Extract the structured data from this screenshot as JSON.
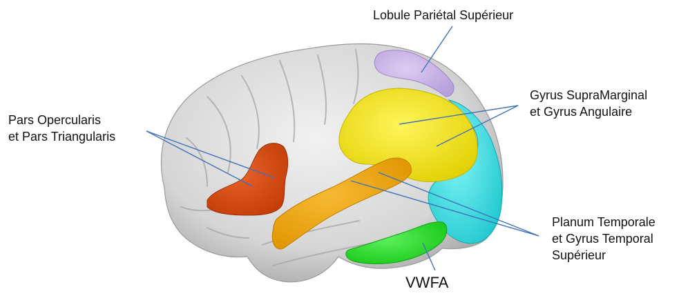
{
  "labels": {
    "lobule": [
      "Lobule Pariétal Supérieur"
    ],
    "gyrus_sm": [
      "Gyrus SupraMarginal",
      "et Gyrus Angulaire"
    ],
    "pars": [
      "Pars Opercularis",
      "et Pars Triangularis"
    ],
    "planum": [
      "Planum Temporale",
      "et Gyrus Temporal",
      "Supérieur"
    ],
    "vwfa": [
      "VWFA"
    ]
  },
  "colors": {
    "background": "#ffffff",
    "cortex": "#d6d6d6",
    "cortex_shadow": "#b9b9b9",
    "lobule_parietal": "#c9b3e6",
    "gyrus_supramarginal": "#f2e600",
    "gyrus_angulaire": "#33e0e6",
    "pars_opercularis": "#d94a12",
    "planum_temporale": "#f0a500",
    "vwfa": "#22e022",
    "pointer_line": "#3f72b8"
  }
}
